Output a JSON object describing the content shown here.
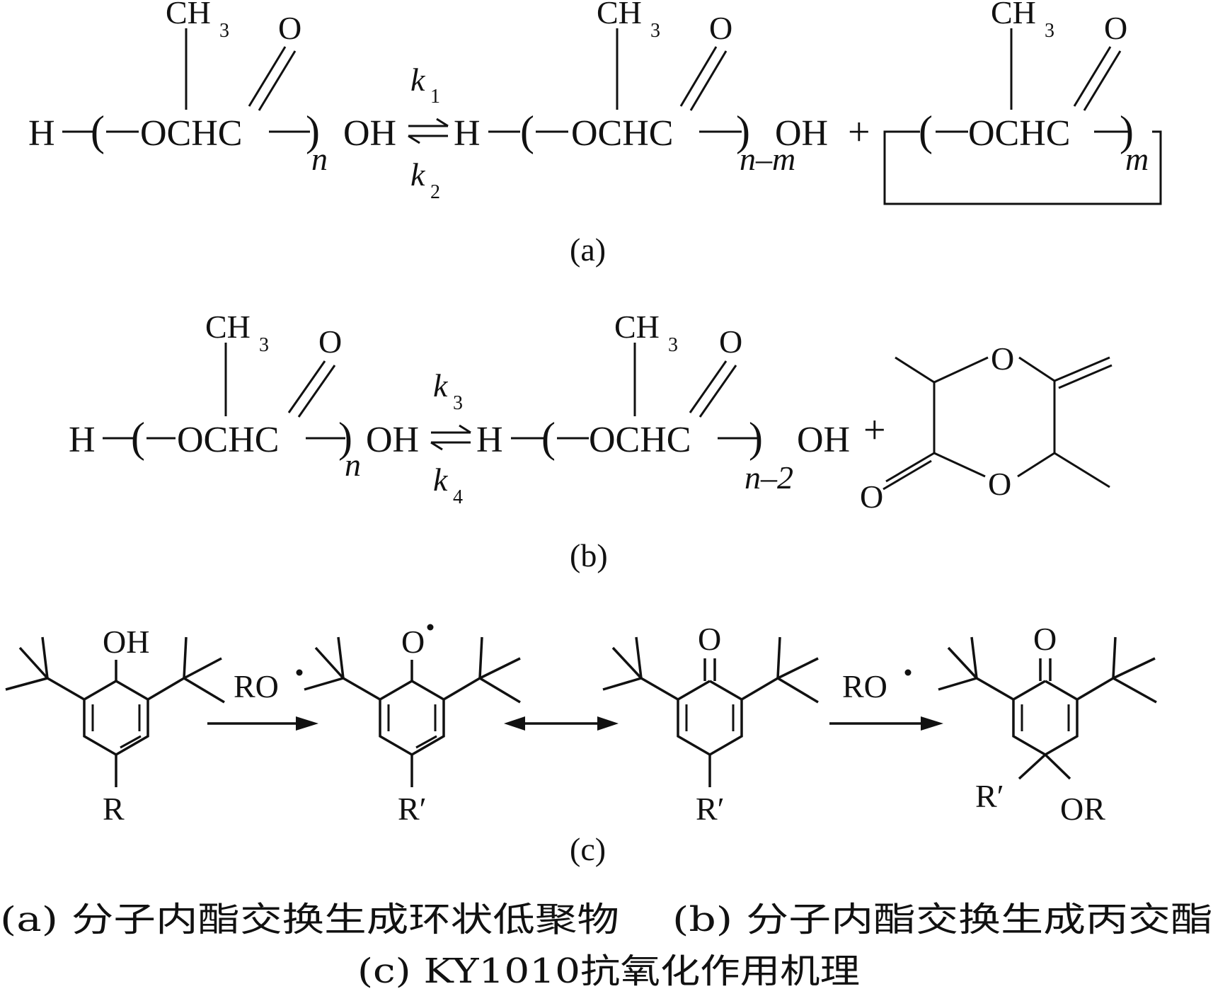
{
  "unit": {
    "ch3": "CH",
    "sub3": "3",
    "o": "O",
    "ochc": "OCHC"
  },
  "a": {
    "h": "H",
    "n": "n",
    "oh": "OH",
    "k_top": "k",
    "k_top_sub": "1",
    "k_bot": "k",
    "k_bot_sub": "2",
    "n_minus_m": "n–m",
    "plus": "+",
    "m": "m",
    "label": "(a)"
  },
  "b": {
    "h": "H",
    "n": "n",
    "oh": "OH",
    "k_top": "k",
    "k_top_sub": "3",
    "k_bot": "k",
    "k_bot_sub": "4",
    "n_minus_2": "n–2",
    "plus": "+",
    "ring_o": "O",
    "label": "(b)"
  },
  "c": {
    "oh": "OH",
    "o_radical": "O",
    "o": "O",
    "r": "R",
    "r_prime": "R′",
    "ro": "RO",
    "or": "OR",
    "label": "(c)"
  },
  "captions": {
    "line1_a": "(a) 分子内酯交换生成环状低聚物",
    "line1_b": "(b) 分子内酯交换生成丙交酯",
    "line2": "(c) KY1010抗氧化作用机理"
  }
}
